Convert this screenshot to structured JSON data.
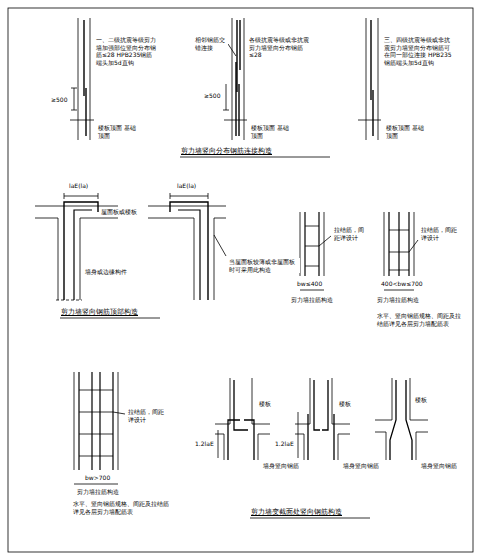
{
  "diagram": {
    "labels": [
      "一、二级抗震等级剪力墙加强部位竖向分布钢筋≤28 HPB235钢筋端头加5d直钩",
      "楼板顶面 基础顶面",
      "≥500",
      "相邻钢筋交错连接",
      "各级抗震等级或非抗震剪力墙竖向分布钢筋≤28",
      "≥500",
      "楼板顶面 基础顶面",
      "三、四级抗震等级或非抗震剪力墙竖向分布钢筋可在同一部位连接 HPB235钢筋端头加5d直钩",
      "楼板顶面 基础顶面",
      "剪力墙竖向分布钢筋连接构造",
      "laE(la)",
      "laE(la)",
      "屋面板或楼板",
      "墙身或边缘构件",
      "当屋面板较薄或非屋面板时可采用此构造",
      "剪力墙竖向钢筋顶部构造",
      "拉结筋，间距详设计",
      "bw≤400",
      "剪力墙拉筋构造",
      "拉结筋，间距详设计",
      "400<bw≤700",
      "剪力墙拉筋构造",
      "水平、竖向钢筋规格、间距及拉结筋详见各层剪力墙配筋表",
      "拉结筋，间距详设计",
      "bw>700",
      "剪力墙拉筋构造",
      "水平、竖向钢筋规格、间距及拉结筋详见各层剪力墙配筋表",
      "楼板",
      "楼板",
      "楼板",
      "1.2laE",
      "1.2laE",
      "墙身竖向钢筋",
      "墙身竖向钢筋",
      "墙身竖向钢筋",
      "剪力墙变截面处竖向钢筋构造"
    ]
  }
}
